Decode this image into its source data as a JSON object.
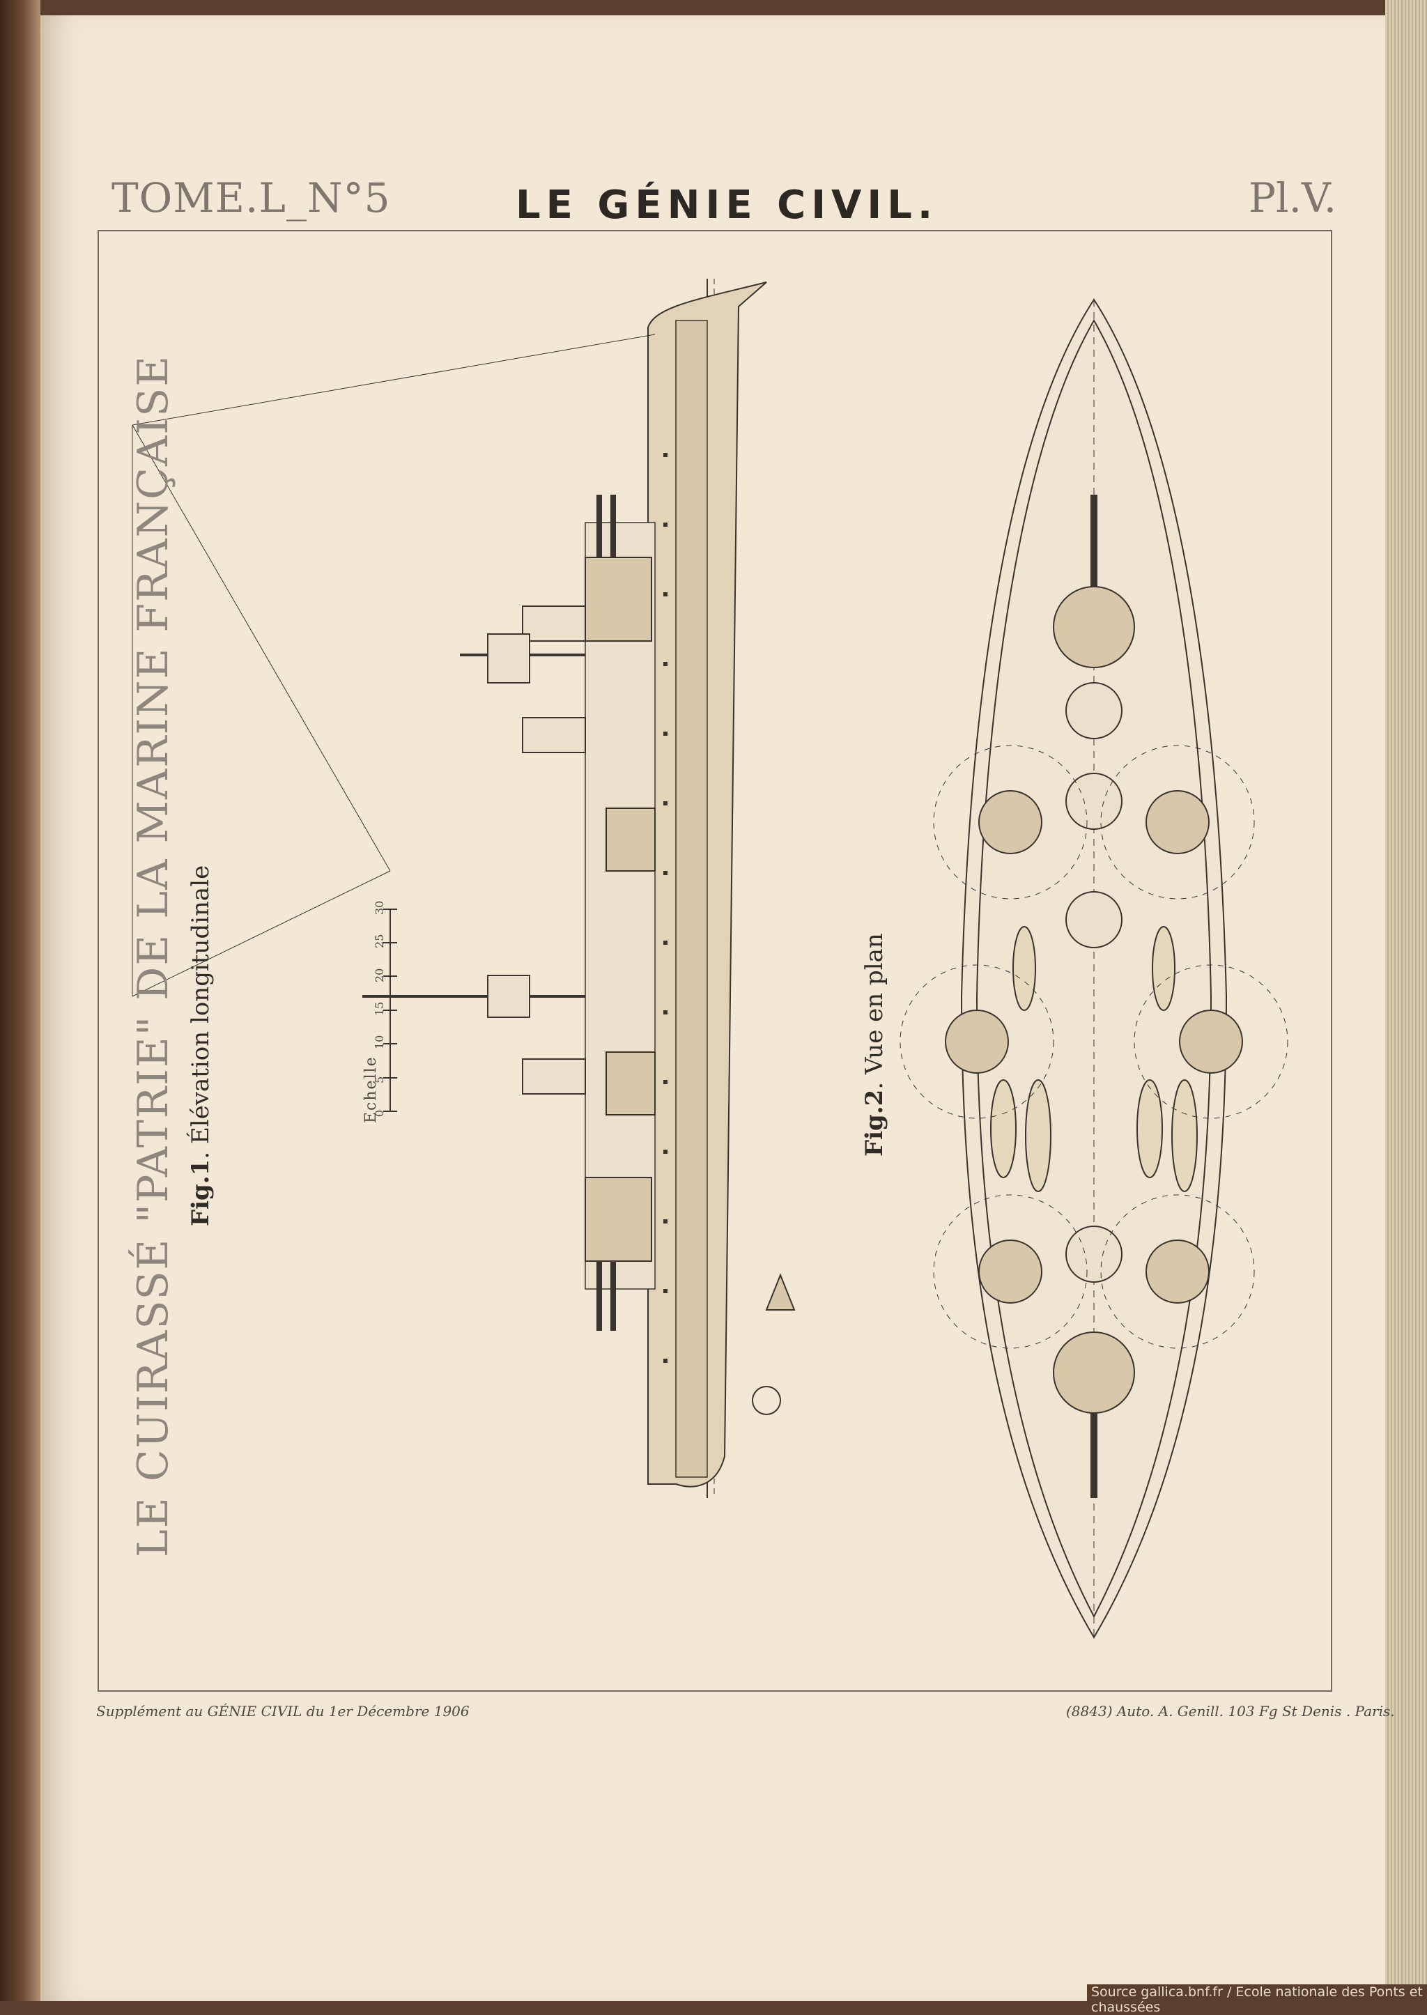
{
  "header": {
    "left": "TOME.L_N°5",
    "center": "LE GÉNIE CIVIL.",
    "right": "Pl.V."
  },
  "title_vertical": "LE CUIRASSÉ \"PATRIE\" DE LA MARINE FRANÇAISE",
  "figures": {
    "fig1_num": "Fig.1",
    "fig1_caption": ". Élévation longitudinale",
    "fig2_num": "Fig.2",
    "fig2_caption": ". Vue en plan"
  },
  "scale": {
    "label": "Echelle",
    "ticks": [
      "0",
      "5",
      "10",
      "15",
      "20",
      "25",
      "30"
    ]
  },
  "footer": {
    "left": "Supplément au GÉNIE CIVIL du 1er Décembre 1906",
    "right": "(8843) Auto. A. Genill. 103 Fg St Denis . Paris."
  },
  "source": "Source gallica.bnf.fr / Ecole nationale des Ponts et chaussées",
  "colors": {
    "paper": "#f2e8d5",
    "ink": "#3a342e",
    "wash": "#d8c7aa",
    "binding": "#5a3f2c"
  }
}
